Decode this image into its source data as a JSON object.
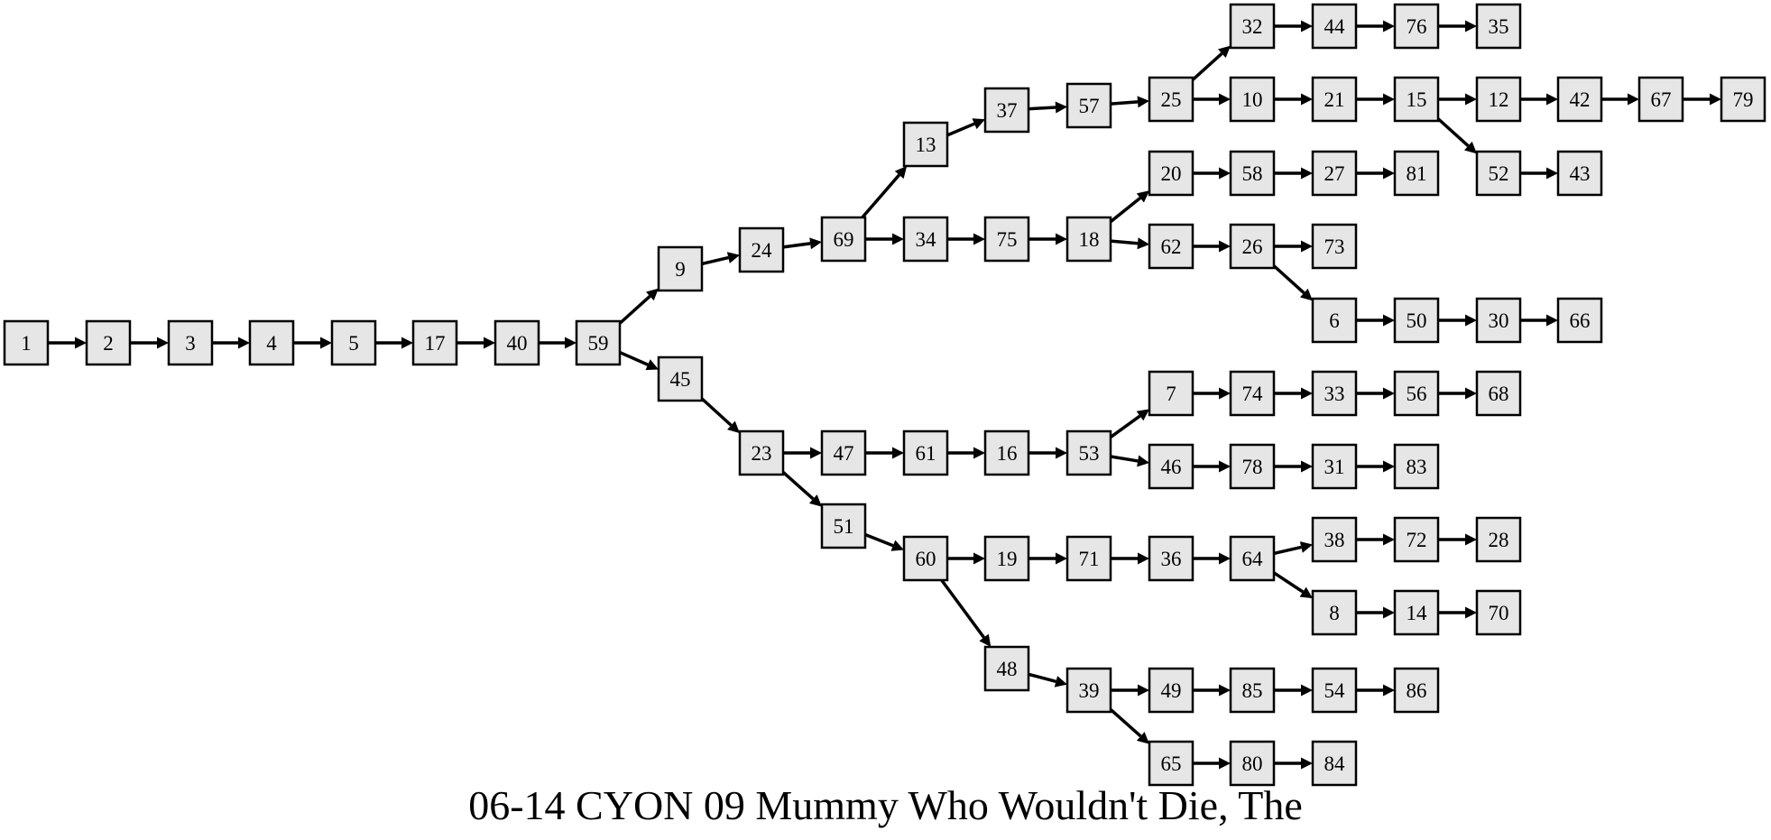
{
  "title": "06-14 CYON 09 Mummy Who Wouldn't Die, The",
  "nodes": [
    "1",
    "2",
    "3",
    "4",
    "5",
    "17",
    "40",
    "59",
    "9",
    "24",
    "69",
    "13",
    "37",
    "57",
    "25",
    "32",
    "44",
    "76",
    "35",
    "10",
    "21",
    "15",
    "12",
    "42",
    "67",
    "79",
    "52",
    "43",
    "34",
    "75",
    "18",
    "20",
    "58",
    "27",
    "81",
    "62",
    "26",
    "73",
    "6",
    "50",
    "30",
    "66",
    "45",
    "23",
    "47",
    "61",
    "16",
    "53",
    "7",
    "74",
    "33",
    "56",
    "68",
    "46",
    "78",
    "31",
    "83",
    "51",
    "60",
    "19",
    "71",
    "36",
    "64",
    "38",
    "72",
    "28",
    "8",
    "14",
    "70",
    "48",
    "39",
    "49",
    "85",
    "54",
    "86",
    "65",
    "80",
    "84"
  ],
  "edges": [
    [
      "1",
      "2"
    ],
    [
      "2",
      "3"
    ],
    [
      "3",
      "4"
    ],
    [
      "4",
      "5"
    ],
    [
      "5",
      "17"
    ],
    [
      "17",
      "40"
    ],
    [
      "40",
      "59"
    ],
    [
      "59",
      "9"
    ],
    [
      "59",
      "45"
    ],
    [
      "9",
      "24"
    ],
    [
      "24",
      "69"
    ],
    [
      "69",
      "13"
    ],
    [
      "69",
      "34"
    ],
    [
      "13",
      "37"
    ],
    [
      "37",
      "57"
    ],
    [
      "57",
      "25"
    ],
    [
      "25",
      "32"
    ],
    [
      "25",
      "10"
    ],
    [
      "32",
      "44"
    ],
    [
      "44",
      "76"
    ],
    [
      "76",
      "35"
    ],
    [
      "10",
      "21"
    ],
    [
      "21",
      "15"
    ],
    [
      "15",
      "12"
    ],
    [
      "15",
      "52"
    ],
    [
      "12",
      "42"
    ],
    [
      "42",
      "67"
    ],
    [
      "67",
      "79"
    ],
    [
      "52",
      "43"
    ],
    [
      "34",
      "75"
    ],
    [
      "75",
      "18"
    ],
    [
      "18",
      "20"
    ],
    [
      "18",
      "62"
    ],
    [
      "20",
      "58"
    ],
    [
      "58",
      "27"
    ],
    [
      "27",
      "81"
    ],
    [
      "62",
      "26"
    ],
    [
      "26",
      "73"
    ],
    [
      "26",
      "6"
    ],
    [
      "6",
      "50"
    ],
    [
      "50",
      "30"
    ],
    [
      "30",
      "66"
    ],
    [
      "45",
      "23"
    ],
    [
      "23",
      "47"
    ],
    [
      "23",
      "51"
    ],
    [
      "47",
      "61"
    ],
    [
      "61",
      "16"
    ],
    [
      "16",
      "53"
    ],
    [
      "53",
      "7"
    ],
    [
      "53",
      "46"
    ],
    [
      "7",
      "74"
    ],
    [
      "74",
      "33"
    ],
    [
      "33",
      "56"
    ],
    [
      "56",
      "68"
    ],
    [
      "46",
      "78"
    ],
    [
      "78",
      "31"
    ],
    [
      "31",
      "83"
    ],
    [
      "51",
      "60"
    ],
    [
      "60",
      "19"
    ],
    [
      "60",
      "48"
    ],
    [
      "19",
      "71"
    ],
    [
      "71",
      "36"
    ],
    [
      "36",
      "64"
    ],
    [
      "64",
      "38"
    ],
    [
      "64",
      "8"
    ],
    [
      "38",
      "72"
    ],
    [
      "72",
      "28"
    ],
    [
      "8",
      "14"
    ],
    [
      "14",
      "70"
    ],
    [
      "48",
      "39"
    ],
    [
      "39",
      "49"
    ],
    [
      "39",
      "65"
    ],
    [
      "49",
      "85"
    ],
    [
      "85",
      "54"
    ],
    [
      "54",
      "86"
    ],
    [
      "65",
      "80"
    ],
    [
      "80",
      "84"
    ]
  ]
}
